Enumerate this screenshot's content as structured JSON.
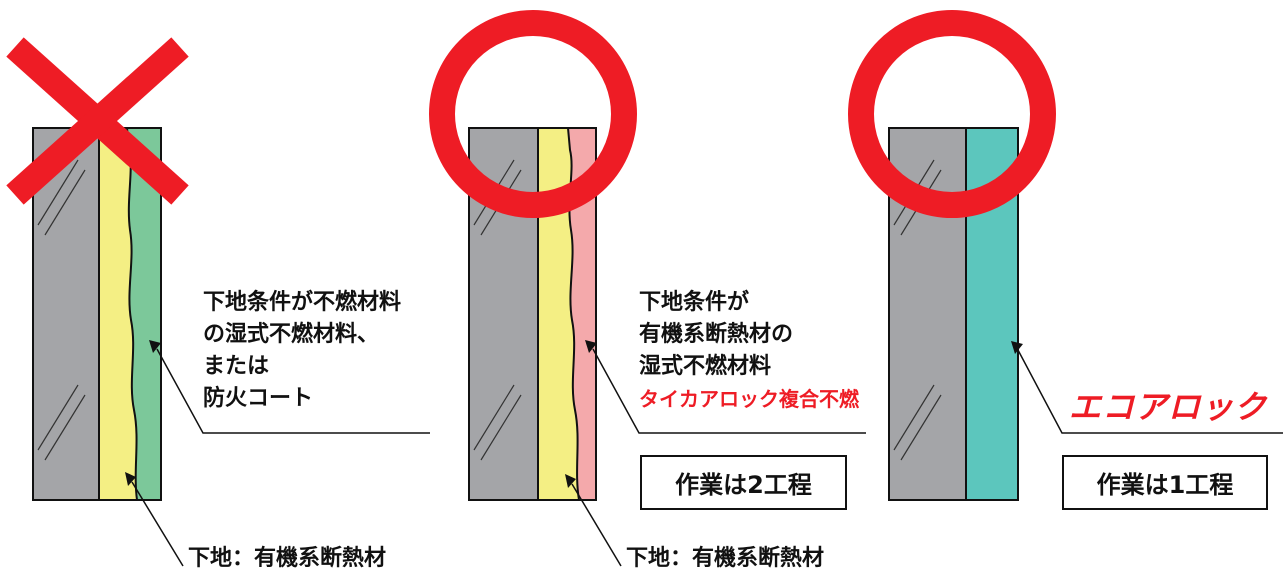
{
  "panels": {
    "left": {
      "verdict": "×",
      "label_lines": [
        "下地条件が不燃材料",
        "の湿式不燃材料、",
        "または",
        "防火コート"
      ],
      "substrate_label": "下地：有機系断熱材"
    },
    "middle": {
      "verdict": "○",
      "label_lines": [
        "下地条件が",
        "有機系断熱材の",
        "湿式不燃材料"
      ],
      "product_label": "タイカアロック複合不燃",
      "process_box": "作業は2工程",
      "substrate_label": "下地：有機系断熱材"
    },
    "right": {
      "verdict": "○",
      "brand_label": "エコアロック",
      "process_box": "作業は1工程"
    }
  },
  "colors": {
    "mark_red": "#ee1c25",
    "glass_gray": "#a4a5a8",
    "insulation_yellow": "#f4ef84",
    "coat_green": "#7cc89a",
    "composite_pink": "#f4a9ab",
    "ecoarock_teal": "#5cc6bd"
  }
}
